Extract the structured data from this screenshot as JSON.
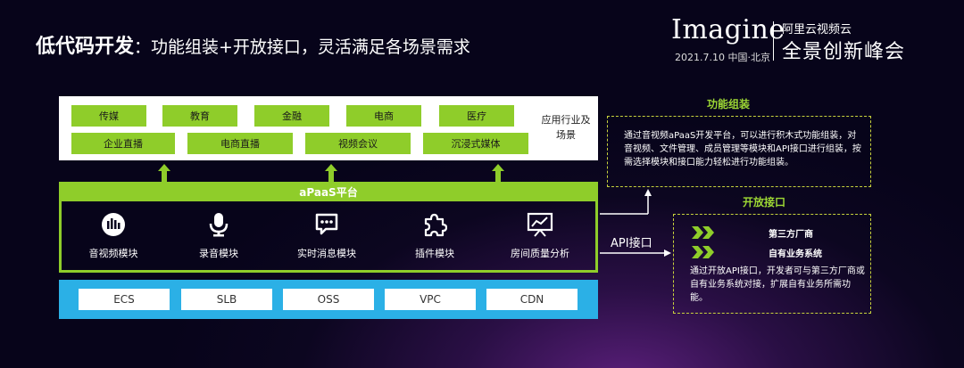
{
  "slide": {
    "title_main": "低代码开发",
    "title_sub": "：功能组装+开放接口，灵活满足各场景需求"
  },
  "brand": {
    "name": "Imagine",
    "org": "阿里云视频云",
    "event": "全景创新峰会",
    "date": "2021.7.10  中国·北京"
  },
  "application_layer": {
    "row1": [
      "传媒",
      "教育",
      "金融",
      "电商",
      "医疗"
    ],
    "row2": [
      "企业直播",
      "电商直播",
      "视频会议",
      "沉浸式媒体"
    ],
    "label": "应用行业及场景"
  },
  "paas": {
    "title": "aPaaS平台",
    "modules": [
      {
        "label": "音视频模块",
        "icon": "audio-video-icon"
      },
      {
        "label": "录音模块",
        "icon": "microphone-icon"
      },
      {
        "label": "实时消息模块",
        "icon": "chat-bubble-icon"
      },
      {
        "label": "插件模块",
        "icon": "puzzle-icon"
      },
      {
        "label": "房间质量分析",
        "icon": "chart-board-icon"
      }
    ]
  },
  "infrastructure": [
    "ECS",
    "SLB",
    "OSS",
    "VPC",
    "CDN"
  ],
  "api": {
    "label": "API接口"
  },
  "feature_assembly": {
    "heading": "功能组装",
    "text": "通过音视频aPaaS开发平台，可以进行积木式功能组装，对音视频、文件管理、成员管理等模块和API接口进行组装，按需选择模块和接口能力轻松进行功能组装。"
  },
  "open_interface": {
    "heading": "开放接口",
    "items": [
      "第三方厂商",
      "自有业务系统"
    ],
    "text": "通过开放API接口，开发者可与第三方厂商或自有业务系统对接，扩展自有业务所需功能。"
  },
  "colors": {
    "accent_green": "#8fcd2a",
    "infra_blue": "#2bb0e6",
    "dash": "#c8d23c"
  }
}
